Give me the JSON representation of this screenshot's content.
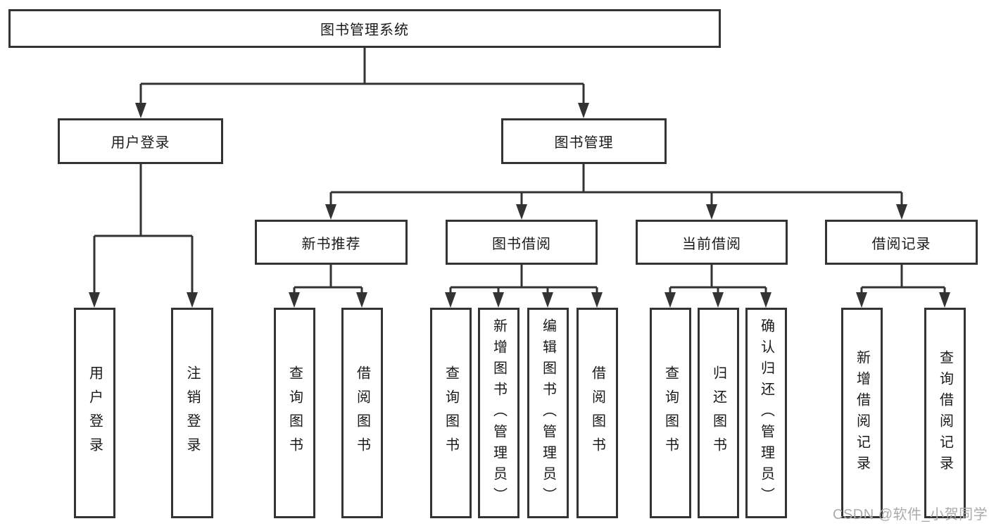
{
  "diagram": {
    "root": {
      "label": "图书管理系统"
    },
    "level2": [
      {
        "label": "用户登录",
        "children": [
          {
            "label": "用户登录"
          },
          {
            "label": "注销登录"
          }
        ]
      },
      {
        "label": "图书管理"
      }
    ],
    "level3": [
      {
        "label": "新书推荐",
        "children": [
          {
            "label": "查询图书"
          },
          {
            "label": "借阅图书"
          }
        ]
      },
      {
        "label": "图书借阅",
        "children": [
          {
            "label": "查询图书"
          },
          {
            "label": "新增图书（管理员）"
          },
          {
            "label": "编辑图书（管理员）"
          },
          {
            "label": "借阅图书"
          }
        ]
      },
      {
        "label": "当前借阅",
        "children": [
          {
            "label": "查询图书"
          },
          {
            "label": "归还图书"
          },
          {
            "label": "确认归还（管理员）"
          }
        ]
      },
      {
        "label": "借阅记录",
        "children": [
          {
            "label": "新增借阅记录"
          },
          {
            "label": "查询借阅记录"
          }
        ]
      }
    ]
  },
  "watermark": {
    "text": "CSDN @软件_小贺同学"
  },
  "colors": {
    "line": "#333333",
    "text": "#1a1a1a",
    "background": "#ffffff",
    "watermark": "#ababab"
  }
}
